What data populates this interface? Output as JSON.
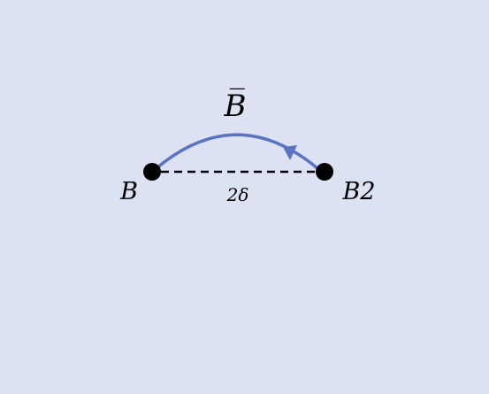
{
  "diagram": {
    "arc_label": "B̅",
    "distance_label": "2δ",
    "nodes": [
      {
        "label": "B"
      },
      {
        "label": "B2"
      }
    ],
    "colors": {
      "background": "#dde2f2",
      "arc": "#5a73c4",
      "node": "#000000",
      "dashed_line": "#000000",
      "text": "#000000"
    }
  }
}
